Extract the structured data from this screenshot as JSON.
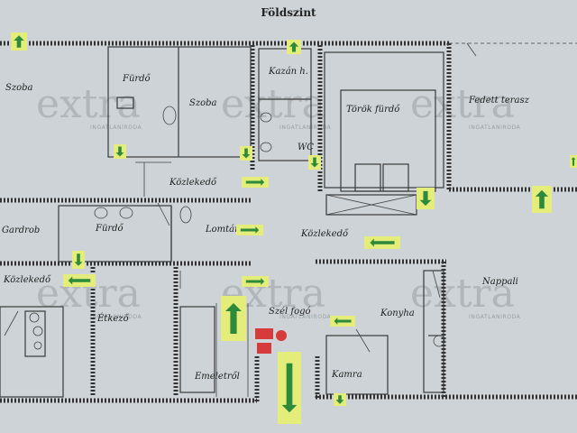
{
  "plan": {
    "title": "Földszint",
    "rooms": {
      "szoba1": "Szoba",
      "furdo_top": "Fürdő",
      "szoba2": "Szoba",
      "kazan": "Kazán h.",
      "wc": "WC",
      "torok": "Török fürdő",
      "fedett": "Fedett terasz",
      "kozl_top": "Közlekedő",
      "gardrob": "Gardrob",
      "furdo_mid": "Fürdő",
      "lomtar": "Lomtár",
      "kozl_mid": "Közlekedő",
      "kozl_left": "Közlekedő",
      "etkezo": "Étkező",
      "emeletrol": "Emeletről",
      "szelfogo": "Szél fogó",
      "konyha": "Konyha",
      "kamra": "Kamra",
      "nappali": "Nappali"
    },
    "watermark": {
      "text": "extra",
      "sub": "INGATLANIRODA"
    },
    "colors": {
      "arrow_bg": "#e4ec7a",
      "arrow": "#2d8a3a",
      "wall": "#333333",
      "bg": "#cdd3d6",
      "sign": "#d63a3a"
    }
  }
}
